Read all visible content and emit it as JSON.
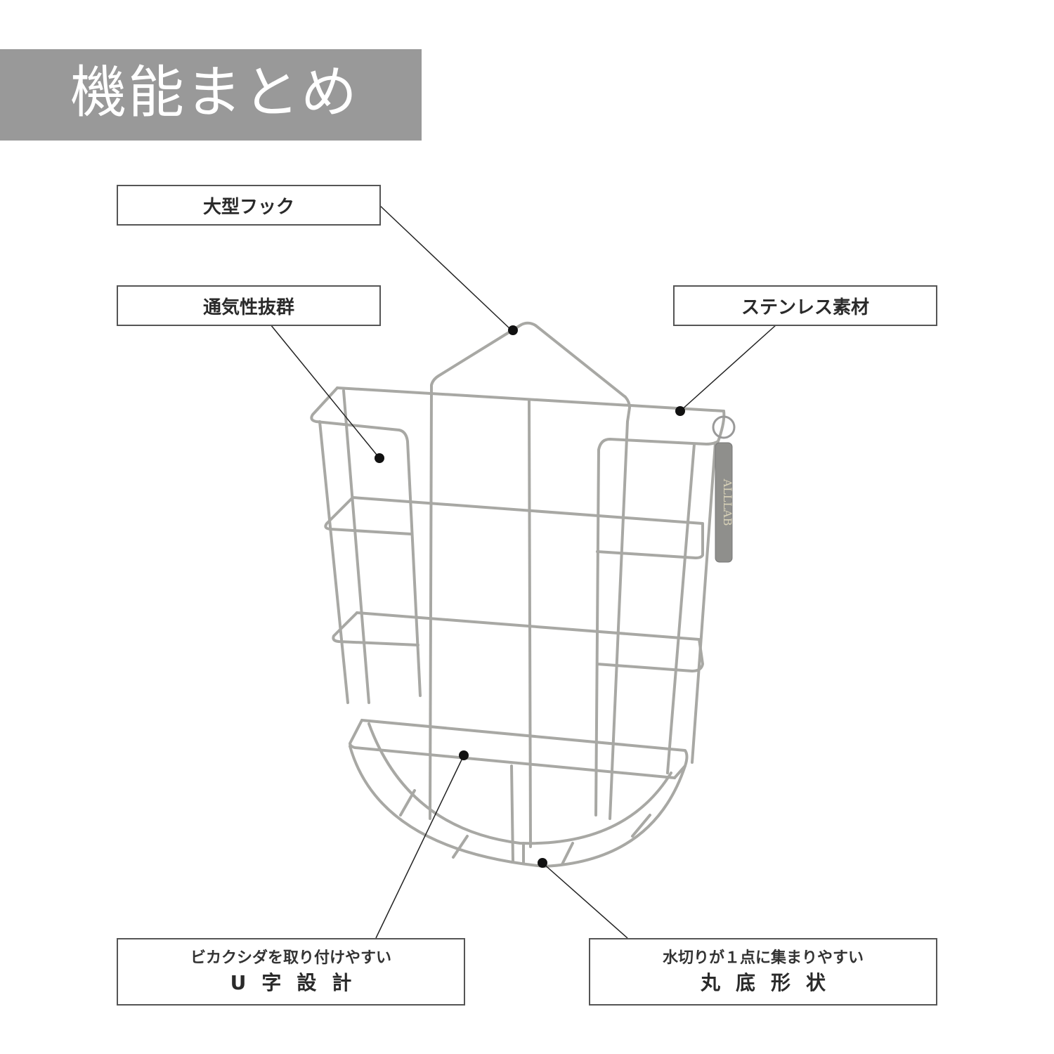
{
  "header": {
    "title": "機能まとめ",
    "banner_color": "#999999",
    "title_color": "#ffffff"
  },
  "callouts": [
    {
      "id": "hook",
      "label": "大型フック"
    },
    {
      "id": "ventilation",
      "label": "通気性抜群"
    },
    {
      "id": "stainless",
      "label": "ステンレス素材"
    },
    {
      "id": "u-shape",
      "sub": "ビカクシダを取り付けやすい",
      "main": "U字設計"
    },
    {
      "id": "round-bottom",
      "sub": "水切りが１点に集まりやすい",
      "main": "丸底形状"
    }
  ],
  "product": {
    "name": "stainless wire basket",
    "tag_text": "ALLLAB",
    "wire_color": "#a8a8a4",
    "marker_color": "#111111"
  }
}
